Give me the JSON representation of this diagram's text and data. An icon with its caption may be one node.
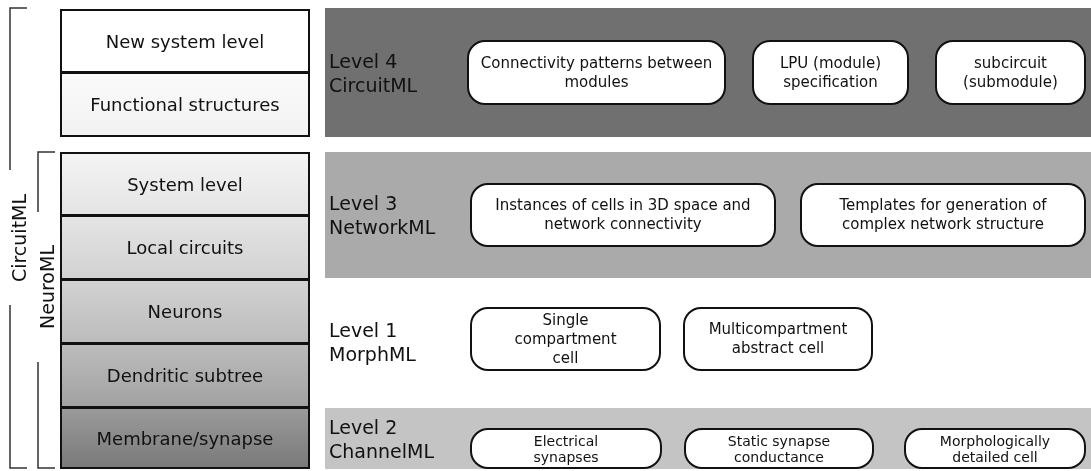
{
  "diagram": {
    "nodes": [
      {
        "text": [
          "New system level"
        ]
      },
      {
        "text": [
          "Functional structures"
        ]
      },
      {
        "text": [
          "System level"
        ]
      },
      {
        "text": [
          "Local circuits"
        ]
      },
      {
        "text": [
          "Neurons"
        ]
      },
      {
        "text": [
          "Dendritic subtree"
        ]
      },
      {
        "text": [
          "Membrane/synapse"
        ]
      },
      {
        "text": [
          "Level 4 CircuitML"
        ]
      },
      {
        "text": [
          "Connectivity patterns between modules"
        ],
        "in": 7
      },
      {
        "text": [
          "LPU (module) specification"
        ],
        "in": 7
      },
      {
        "text": [
          "subcircuit (submodule)"
        ],
        "in": 7
      },
      {
        "text": [
          "Level 3 NetworkML"
        ]
      },
      {
        "text": [
          "Instances of cells in 3D space and network connectivity"
        ],
        "in": 11
      },
      {
        "text": [
          "Templates for generation of complex network structure"
        ],
        "in": 11
      },
      {
        "text": [
          "Single compartment cell"
        ]
      },
      {
        "text": [
          "Multicompartment abstract cell"
        ]
      },
      {
        "text": [
          "Level 2 ChannelML"
        ]
      },
      {
        "text": [
          "Electrical synapses"
        ],
        "in": 16
      },
      {
        "text": [
          "Static synapse conductance"
        ],
        "in": 16
      },
      {
        "text": [
          "Morphologically detailed cell"
        ],
        "in": 16
      }
    ],
    "edges": [],
    "labels": [
      "CircuitML",
      "NeuroML",
      "Level 1 MorphML"
    ]
  }
}
